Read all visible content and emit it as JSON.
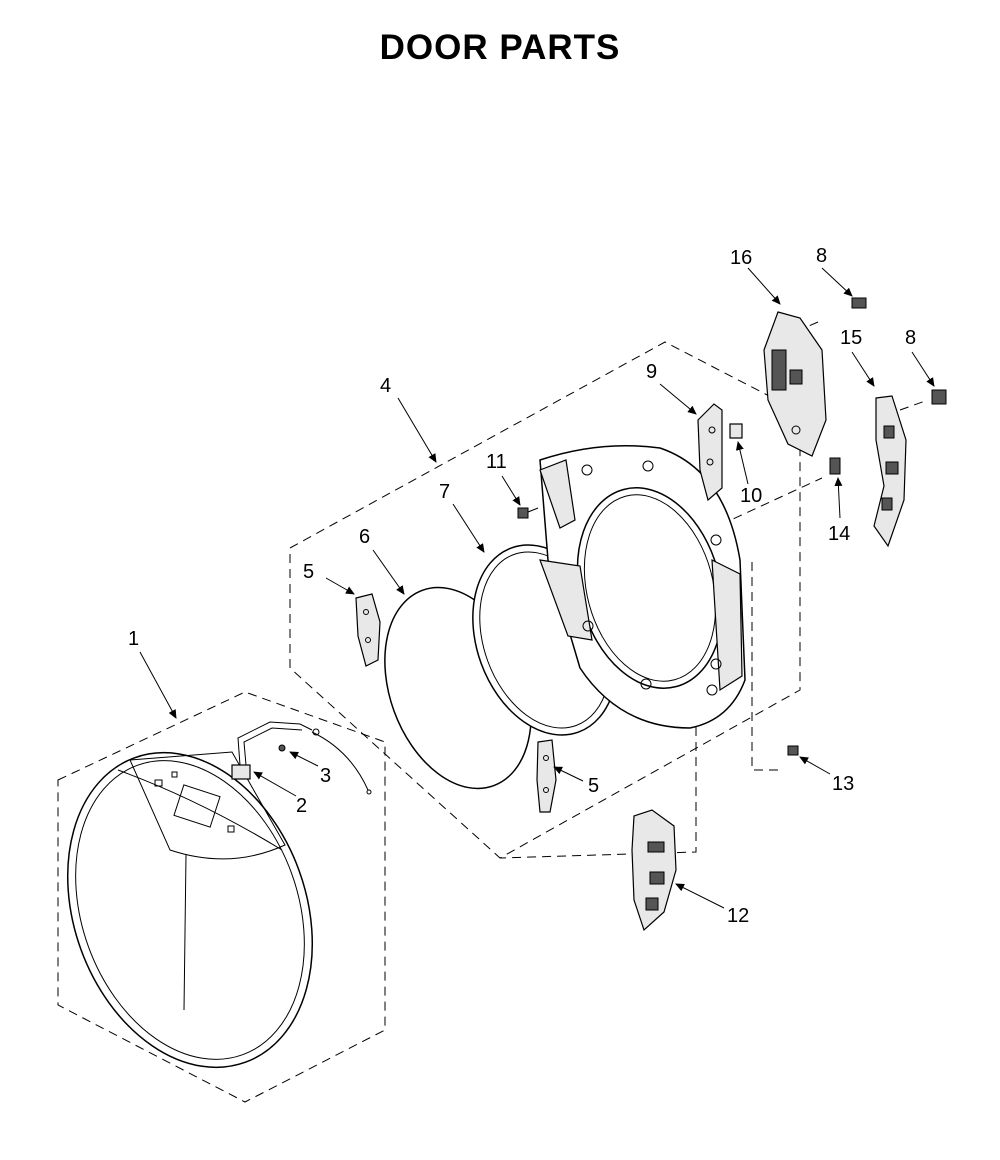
{
  "title": "DOOR PARTS",
  "callouts": [
    "1",
    "2",
    "3",
    "4",
    "5",
    "5",
    "6",
    "7",
    "8",
    "8",
    "9",
    "10",
    "11",
    "12",
    "13",
    "14",
    "15",
    "16"
  ]
}
